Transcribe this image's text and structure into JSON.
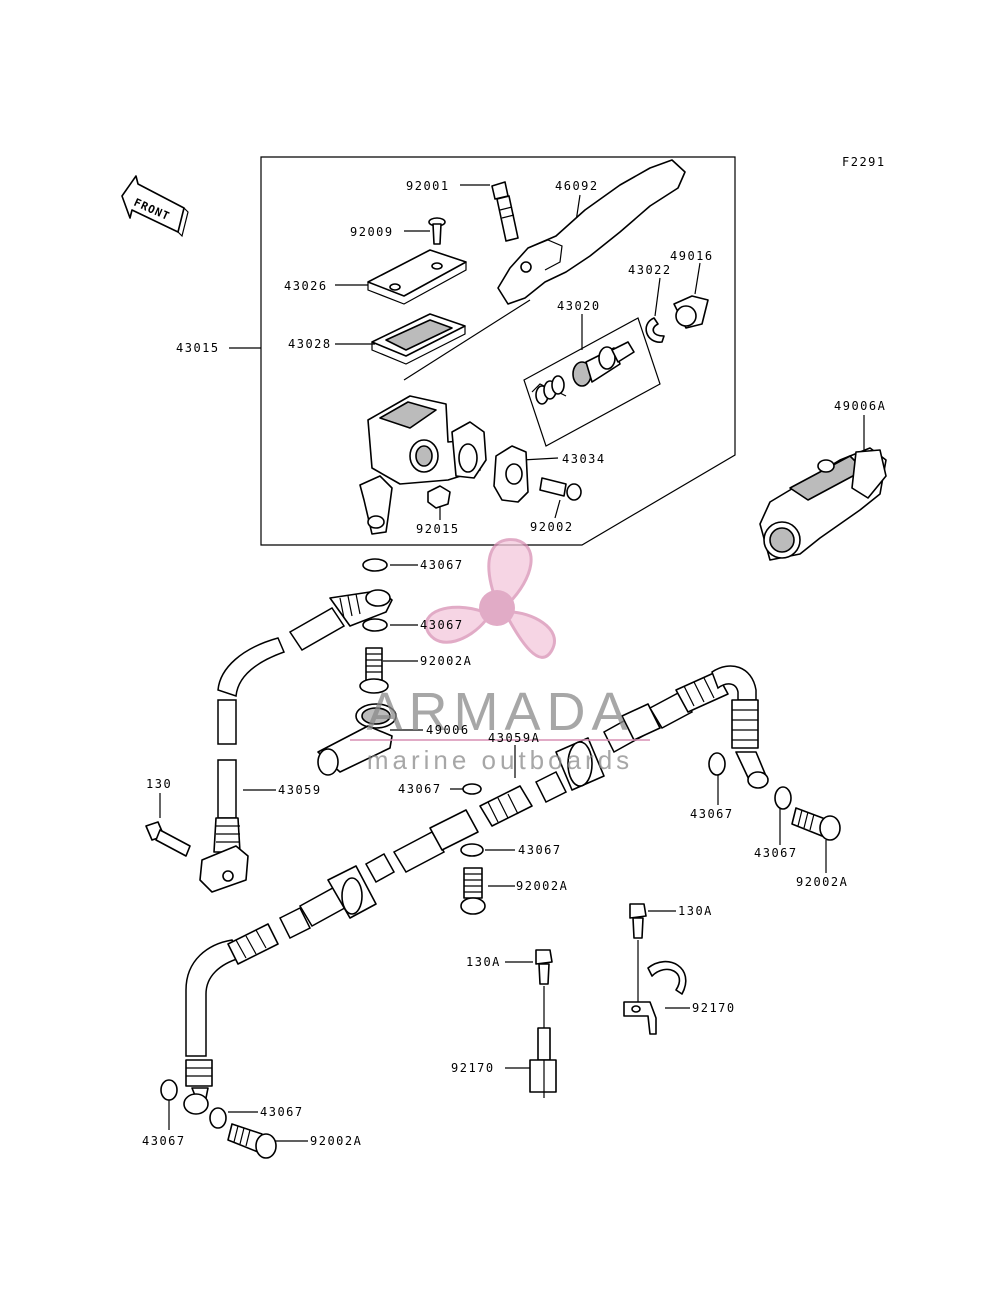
{
  "figure_code": "F2291",
  "front_label": "FRONT",
  "watermark": {
    "title": "ARMADA",
    "subtitle": "marine outboards",
    "color": "#d88fb4"
  },
  "labels": [
    {
      "id": "92001",
      "text": "92001"
    },
    {
      "id": "46092",
      "text": "46092"
    },
    {
      "id": "92009",
      "text": "92009"
    },
    {
      "id": "43026",
      "text": "43026"
    },
    {
      "id": "43022",
      "text": "43022"
    },
    {
      "id": "49016",
      "text": "49016"
    },
    {
      "id": "43020",
      "text": "43020"
    },
    {
      "id": "43015",
      "text": "43015"
    },
    {
      "id": "43028",
      "text": "43028"
    },
    {
      "id": "49006A",
      "text": "49006A"
    },
    {
      "id": "43034",
      "text": "43034"
    },
    {
      "id": "92015",
      "text": "92015"
    },
    {
      "id": "92002",
      "text": "92002"
    },
    {
      "id": "43067_a",
      "text": "43067"
    },
    {
      "id": "43067_b",
      "text": "43067"
    },
    {
      "id": "92002A_a",
      "text": "92002A"
    },
    {
      "id": "49006",
      "text": "49006"
    },
    {
      "id": "43059A",
      "text": "43059A"
    },
    {
      "id": "130",
      "text": "130"
    },
    {
      "id": "43059",
      "text": "43059"
    },
    {
      "id": "43067_c",
      "text": "43067"
    },
    {
      "id": "43067_d",
      "text": "43067"
    },
    {
      "id": "43067_e",
      "text": "43067"
    },
    {
      "id": "43067_f",
      "text": "43067"
    },
    {
      "id": "92002A_b",
      "text": "92002A"
    },
    {
      "id": "92002A_c",
      "text": "92002A"
    },
    {
      "id": "130A_a",
      "text": "130A"
    },
    {
      "id": "130A_b",
      "text": "130A"
    },
    {
      "id": "92170_a",
      "text": "92170"
    },
    {
      "id": "92170_b",
      "text": "92170"
    },
    {
      "id": "43067_g",
      "text": "43067"
    },
    {
      "id": "43067_h",
      "text": "43067"
    },
    {
      "id": "92002A_d",
      "text": "92002A"
    }
  ]
}
